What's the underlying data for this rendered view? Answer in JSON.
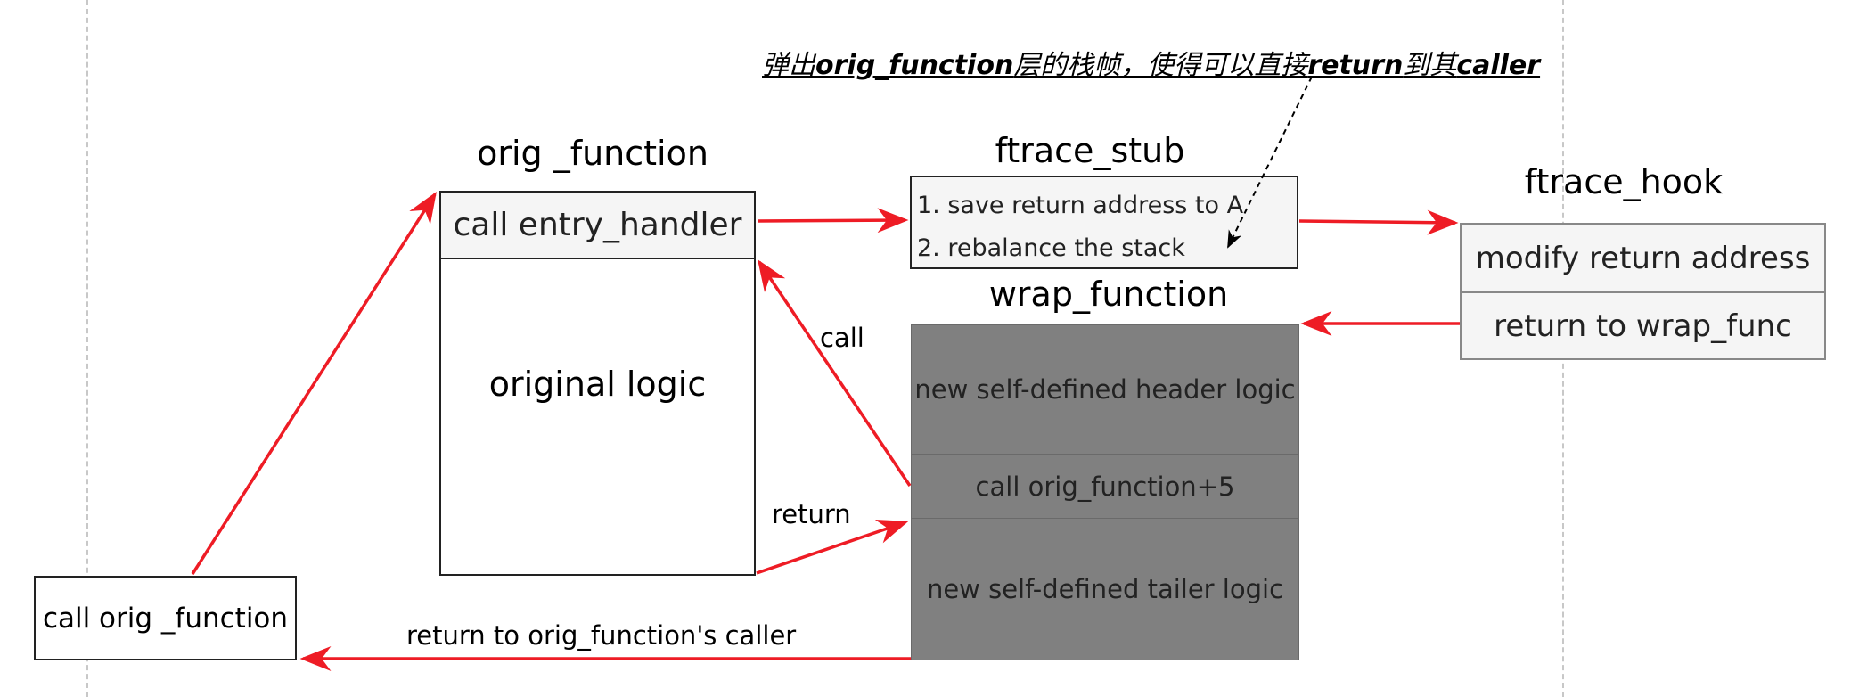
{
  "annotation": {
    "parts": [
      "弹出",
      "orig_function",
      "层的栈帧，使得可以直接",
      "return",
      "到其",
      "caller"
    ]
  },
  "orig_function": {
    "title": "orig _function",
    "entry": "call entry_handler",
    "body": "original logic"
  },
  "ftrace_stub": {
    "title": "ftrace_stub",
    "line1": "1. save return address to A",
    "line2": "2. rebalance the stack"
  },
  "ftrace_hook": {
    "title": "ftrace_hook",
    "row1": "modify return address",
    "row2": "return to wrap_func"
  },
  "wrap_function": {
    "title": "wrap_function",
    "row1": "new self-defined header logic",
    "row2": "call orig_function+5",
    "row3": "new self-defined tailer logic"
  },
  "caller_box": "call orig _function",
  "edge_labels": {
    "call": "call",
    "return": "return",
    "return_to_caller": "return to orig_function's caller"
  },
  "colors": {
    "arrow": "#ee1c25",
    "wrap_fill": "#808080",
    "light_fill": "#f5f5f5",
    "guide": "#c8c8c8"
  }
}
